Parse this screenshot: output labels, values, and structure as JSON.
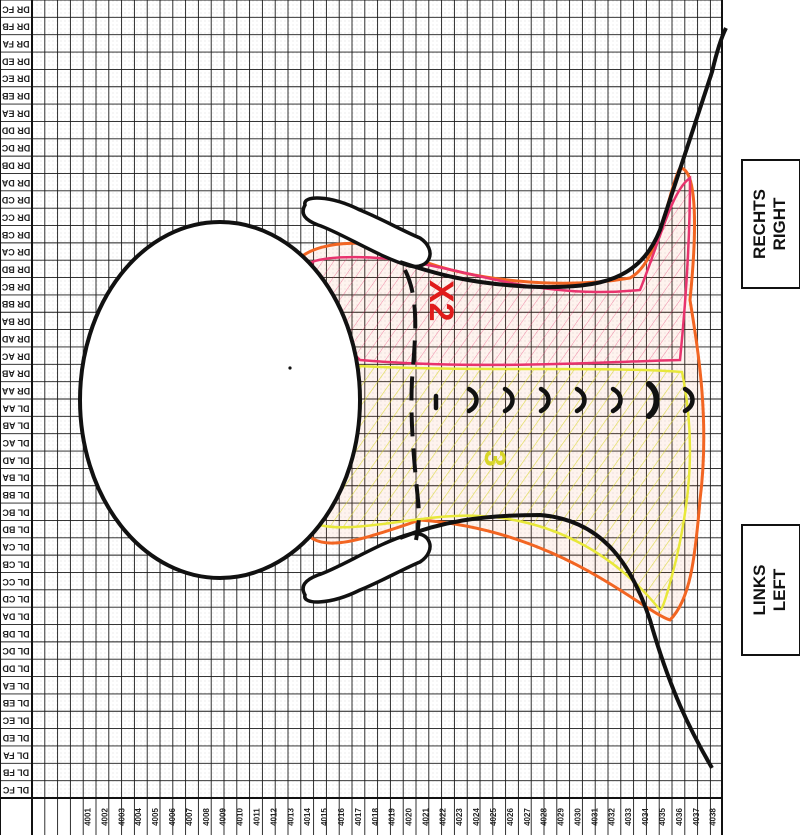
{
  "sheet": {
    "row_labels": [
      "DR FC",
      "DR FB",
      "DR FA",
      "DR ED",
      "DR EC",
      "DR EB",
      "DR EA",
      "DR DD",
      "DR DC",
      "DR DB",
      "DR DA",
      "DR CD",
      "DR CC",
      "DR CB",
      "DR CA",
      "DR BD",
      "DR BC",
      "DR BB",
      "DR BA",
      "DR AD",
      "DR AC",
      "DR AB",
      "DR AA",
      "DL AA",
      "DL AB",
      "DL AC",
      "DL AD",
      "DL BA",
      "DL BB",
      "DL BC",
      "DL BD",
      "DL CA",
      "DL CB",
      "DL CC",
      "DL CD",
      "DL DA",
      "DL DB",
      "DL DC",
      "DL DD",
      "DL EA",
      "DL EB",
      "DL EC",
      "DL ED",
      "DL FA",
      "DL FB",
      "DL FC"
    ],
    "column_labels": [
      "4001",
      "4002",
      "4003",
      "4004",
      "4005",
      "4006",
      "4007",
      "4008",
      "4009",
      "4010",
      "4011",
      "4012",
      "4013",
      "4014",
      "4015",
      "4016",
      "4017",
      "4018",
      "4019",
      "4020",
      "4021",
      "4022",
      "4023",
      "4024",
      "4025",
      "4026",
      "4027",
      "4028",
      "4029",
      "4030",
      "4031",
      "4032",
      "4033",
      "4034",
      "4035",
      "4036",
      "4037",
      "4038"
    ],
    "right_label_1": "RECHTS",
    "right_label_2": "RIGHT",
    "left_label_1": "LINKS",
    "left_label_2": "LEFT"
  },
  "annotations": {
    "red_mark": "X2",
    "yellow_mark": "3"
  },
  "colors": {
    "outline": "#111111",
    "orange_region": "#f26522",
    "pink_region": "#e8336d",
    "yellow_region": "#e8e83a",
    "red_mark": "#e01b1b"
  },
  "spine_marker_count": 8
}
